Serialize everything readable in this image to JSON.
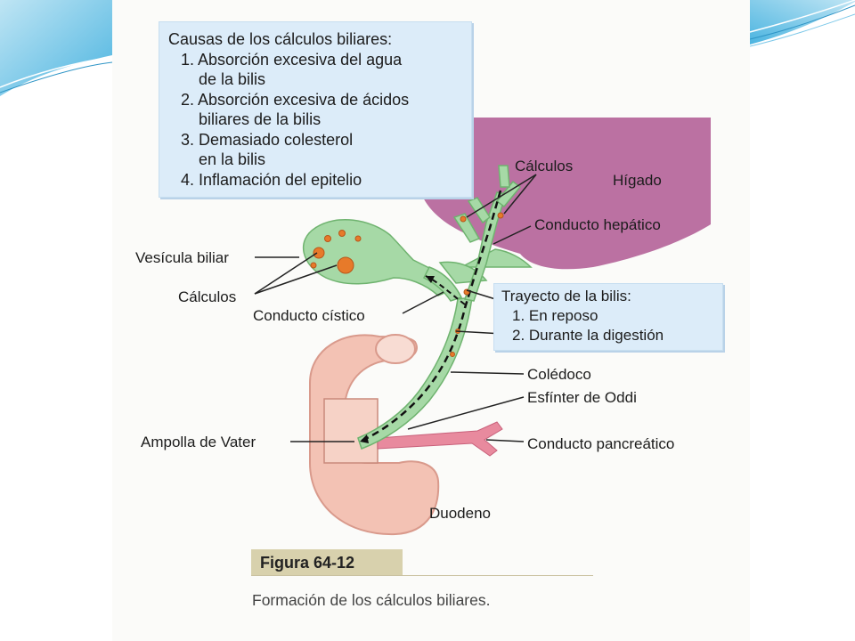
{
  "causes": {
    "title": "Causas de los cálculos biliares:",
    "items": [
      "1. Absorción excesiva del agua",
      "de la bilis",
      "2. Absorción excesiva de ácidos",
      "biliares de la bilis",
      "3. Demasiado colesterol",
      "en la bilis",
      "4. Inflamación del epitelio"
    ]
  },
  "labels": {
    "calculos_liver": "Cálculos",
    "higado": "Hígado",
    "conducto_hepatico": "Conducto hepático",
    "vesicula": "Vesícula biliar",
    "calculos_vesicula": "Cálculos",
    "conducto_cistico": "Conducto cístico",
    "coledoco": "Colédoco",
    "esfinter": "Esfínter de Oddi",
    "ampolla": "Ampolla de Vater",
    "conducto_pancreatico": "Conducto pancreático",
    "duodeno": "Duodeno"
  },
  "trayecto": {
    "title": "Trayecto de la bilis:",
    "items": [
      "1. En reposo",
      "2. Durante la digestión"
    ]
  },
  "figure": {
    "number": "Figura 64-12",
    "caption": "Formación de los cálculos biliares."
  },
  "colors": {
    "slide_accent": "#3aa6d6",
    "liver": "#b25d95",
    "gallbladder": "#a6d9a6",
    "duodenum": "#f3c2b4",
    "box": "#dcecf9"
  }
}
